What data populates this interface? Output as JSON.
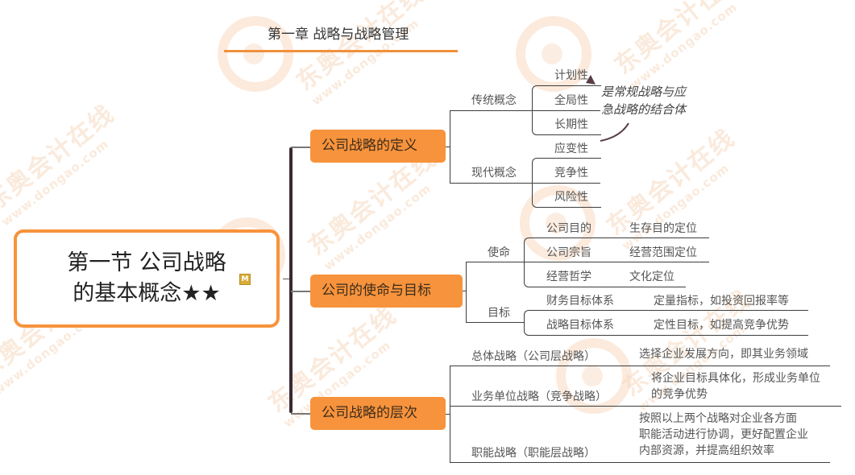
{
  "header": {
    "chapter_title": "第一章 战略与战略管理",
    "accent_color": "#f7933c"
  },
  "root": {
    "line1": "第一节 公司战略",
    "line2": "的基本概念★★",
    "memo_icon": "M"
  },
  "branches": [
    {
      "label": "公司战略的定义",
      "groups": [
        {
          "label": "传统概念",
          "items": [
            "计划性",
            "全局性",
            "长期性"
          ]
        },
        {
          "label": "现代概念",
          "items": [
            "应变性",
            "竞争性",
            "风险性"
          ]
        }
      ],
      "note": {
        "line1": "是常规战略与应",
        "line2": "急战略的结合体"
      }
    },
    {
      "label": "公司的使命与目标",
      "groups": [
        {
          "label": "使命",
          "items": [
            {
              "name": "公司目的",
              "desc": "生存目的定位"
            },
            {
              "name": "公司宗旨",
              "desc": "经营范围定位"
            },
            {
              "name": "经营哲学",
              "desc": "文化定位"
            }
          ]
        },
        {
          "label": "目标",
          "items": [
            {
              "name": "财务目标体系",
              "desc": "定量指标，如投资回报率等"
            },
            {
              "name": "战略目标体系",
              "desc": "定性目标，如提高竞争优势"
            }
          ]
        }
      ]
    },
    {
      "label": "公司战略的层次",
      "levels": [
        {
          "name": "总体战略（公司层战略）",
          "desc": [
            "选择企业发展方向，即其业务领域"
          ]
        },
        {
          "name": "业务单位战略（竞争战略）",
          "desc": [
            "将企业目标具体化，形成业务单位",
            "的竞争优势"
          ]
        },
        {
          "name": "职能战略（职能层战略）",
          "desc": [
            "按照以上两个战略对企业各方面",
            "职能活动进行协调，更好配置企业",
            "内部资源，并提高组织效率"
          ]
        }
      ]
    }
  ],
  "watermark": {
    "brand": "东奥会计在线",
    "url": "www.dongao.com"
  }
}
